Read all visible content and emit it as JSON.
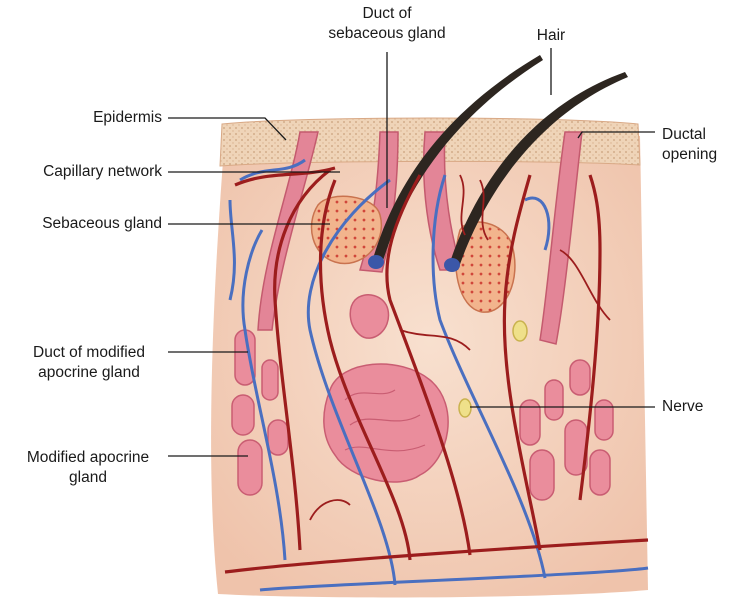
{
  "labels": {
    "epidermis": "Epidermis",
    "capillary_network": "Capillary network",
    "sebaceous_gland": "Sebaceous gland",
    "duct_of_modified_apocrine_gland": [
      "Duct of modified",
      "apocrine gland"
    ],
    "modified_apocrine_gland": [
      "Modified apocrine",
      "gland"
    ],
    "duct_of_sebaceous_gland": [
      "Duct of",
      "sebaceous gland"
    ],
    "hair": "Hair",
    "ductal_opening": [
      "Ductal",
      "opening"
    ],
    "nerve": "Nerve"
  },
  "colors": {
    "dermis": "#f4d3bf",
    "epidermis": "#efd2b4",
    "artery": "#9c1d1d",
    "vein": "#4a6fc0",
    "gland_pink": "#e88a97",
    "sebaceous": "#f1b089",
    "hair": "#2d2620",
    "nerve": "#efe08a"
  }
}
